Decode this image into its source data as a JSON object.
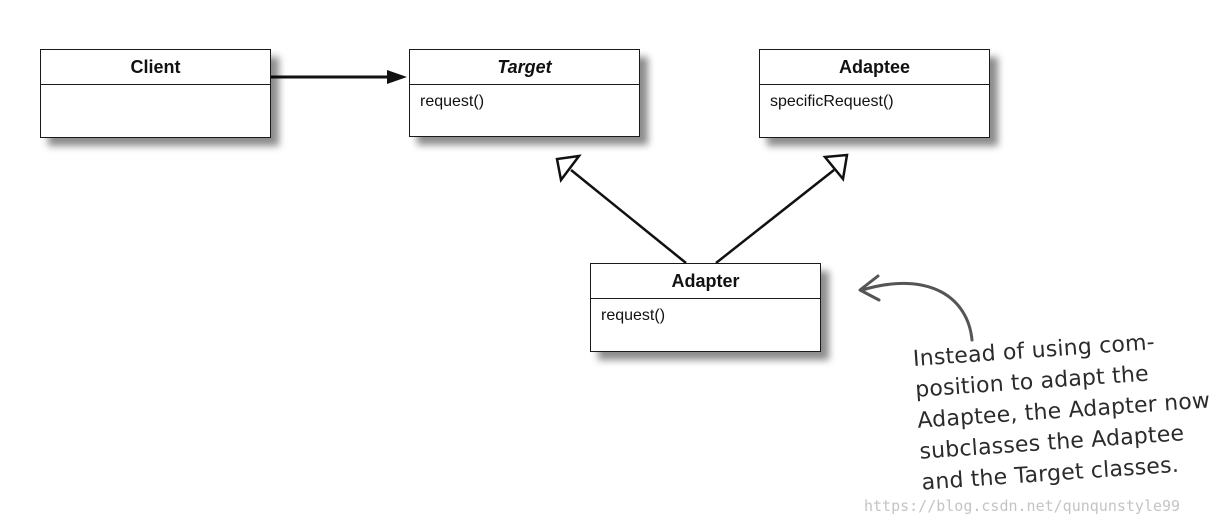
{
  "diagram": {
    "classes": {
      "client": {
        "name": "Client",
        "abstract": false,
        "members": []
      },
      "target": {
        "name": "Target",
        "abstract": true,
        "members": [
          "request()"
        ]
      },
      "adaptee": {
        "name": "Adaptee",
        "abstract": false,
        "members": [
          "specificRequest()"
        ]
      },
      "adapter": {
        "name": "Adapter",
        "abstract": false,
        "members": [
          "request()"
        ]
      }
    },
    "relations": [
      {
        "from": "Client",
        "to": "Target",
        "kind": "association"
      },
      {
        "from": "Adapter",
        "to": "Target",
        "kind": "inheritance"
      },
      {
        "from": "Adapter",
        "to": "Adaptee",
        "kind": "inheritance"
      }
    ],
    "note": {
      "lines": [
        "Instead of using com-",
        "position to adapt the",
        "Adaptee, the Adapter now",
        "subclasses the Adaptee",
        "and the Target classes."
      ],
      "points_to": "Adapter"
    }
  },
  "watermark": "https://blog.csdn.net/qunqunstyle99",
  "colors": {
    "line": "#111111",
    "shadow": "rgba(0,0,0,0.45)",
    "note_text": "#2b2b2b",
    "watermark": "#c4c4c4"
  }
}
